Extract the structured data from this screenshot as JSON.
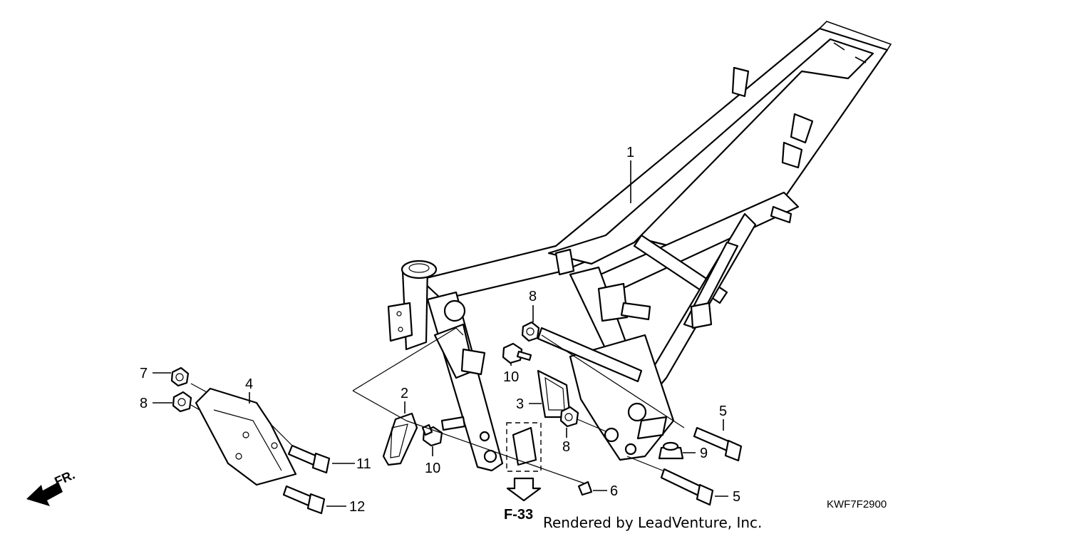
{
  "callouts": [
    {
      "id": "c1",
      "label": "1"
    },
    {
      "id": "c2",
      "label": "2"
    },
    {
      "id": "c3",
      "label": "3"
    },
    {
      "id": "c4",
      "label": "4"
    },
    {
      "id": "c5a",
      "label": "5"
    },
    {
      "id": "c5b",
      "label": "5"
    },
    {
      "id": "c6",
      "label": "6"
    },
    {
      "id": "c7",
      "label": "7"
    },
    {
      "id": "c8a",
      "label": "8"
    },
    {
      "id": "c8b",
      "label": "8"
    },
    {
      "id": "c8c",
      "label": "8"
    },
    {
      "id": "c9",
      "label": "9"
    },
    {
      "id": "c10a",
      "label": "10"
    },
    {
      "id": "c10b",
      "label": "10"
    },
    {
      "id": "c11",
      "label": "11"
    },
    {
      "id": "c12",
      "label": "12"
    }
  ],
  "reference_label": "F-33",
  "direction_label": "FR.",
  "diagram_code": "KWF7F2900",
  "credit": "Rendered by LeadVenture, Inc."
}
